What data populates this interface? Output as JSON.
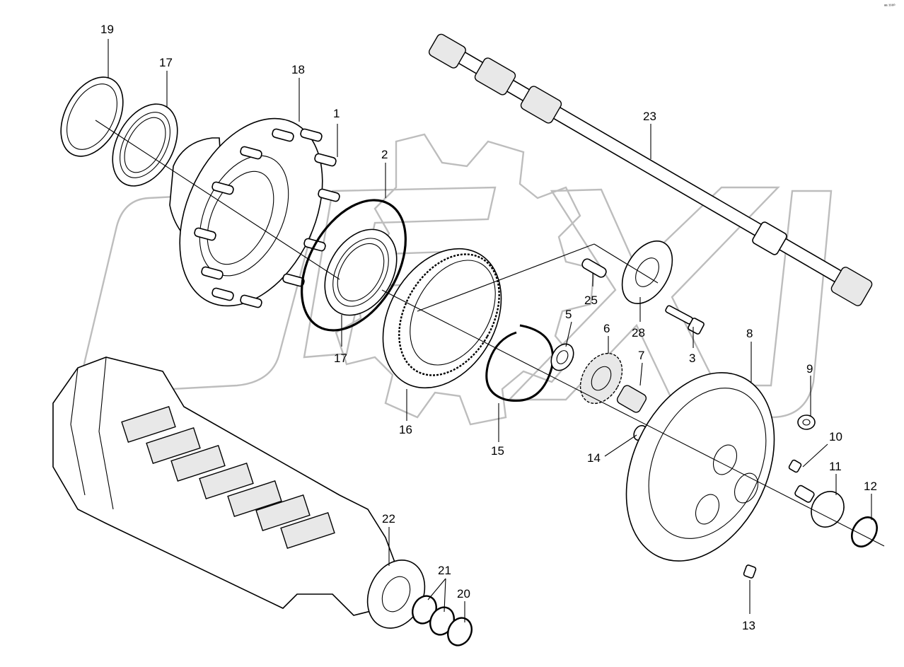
{
  "corner_mark": "ᵃᵃ ¹⁹⁶⁰",
  "callouts": [
    {
      "id": "19",
      "label": "19"
    },
    {
      "id": "17a",
      "label": "17"
    },
    {
      "id": "18",
      "label": "18"
    },
    {
      "id": "1",
      "label": "1"
    },
    {
      "id": "2",
      "label": "2"
    },
    {
      "id": "23",
      "label": "23"
    },
    {
      "id": "25",
      "label": "25"
    },
    {
      "id": "28",
      "label": "28"
    },
    {
      "id": "3",
      "label": "3"
    },
    {
      "id": "17b",
      "label": "17"
    },
    {
      "id": "5",
      "label": "5"
    },
    {
      "id": "6",
      "label": "6"
    },
    {
      "id": "7",
      "label": "7"
    },
    {
      "id": "8",
      "label": "8"
    },
    {
      "id": "9",
      "label": "9"
    },
    {
      "id": "10",
      "label": "10"
    },
    {
      "id": "11",
      "label": "11"
    },
    {
      "id": "12",
      "label": "12"
    },
    {
      "id": "16",
      "label": "16"
    },
    {
      "id": "15",
      "label": "15"
    },
    {
      "id": "14",
      "label": "14"
    },
    {
      "id": "22",
      "label": "22"
    },
    {
      "id": "21",
      "label": "21"
    },
    {
      "id": "20",
      "label": "20"
    },
    {
      "id": "13",
      "label": "13"
    }
  ],
  "colors": {
    "line": "#000000",
    "watermark": "#bdbdbd",
    "background": "#ffffff"
  }
}
